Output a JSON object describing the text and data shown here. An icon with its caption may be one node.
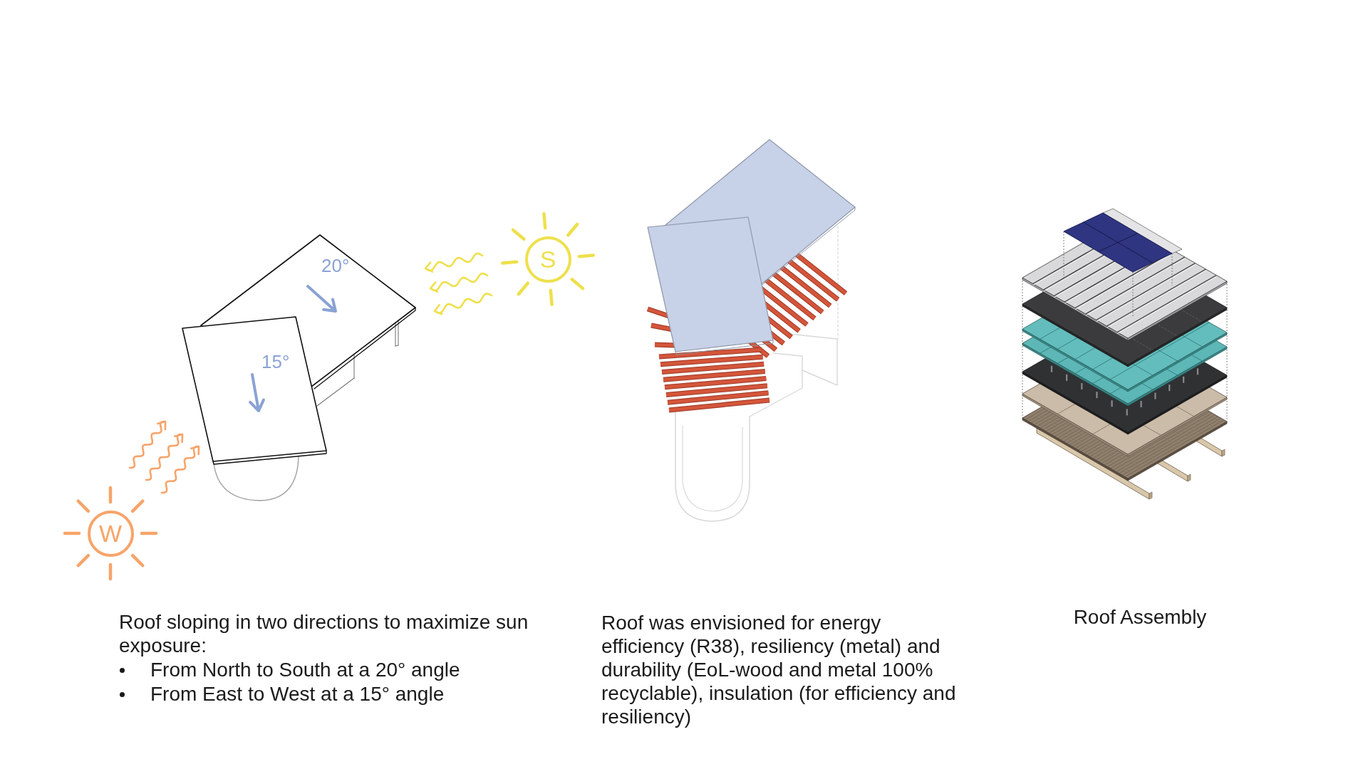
{
  "diagram": {
    "nodes": [
      {
        "text": [
          "S"
        ]
      },
      {
        "text": [
          "W"
        ]
      }
    ],
    "labels": [
      "20°",
      "15°",
      "Roof sloping in two directions to maximize sun exposure:",
      "From North to South at a 20° angle",
      "From East to West at a 15° angle",
      "Roof was envisioned for energy efficiency (R38), resiliency (metal) and durability (EoL-wood and metal 100% recyclable), insulation (for efficiency and resiliency)",
      "Roof Assembly"
    ]
  }
}
